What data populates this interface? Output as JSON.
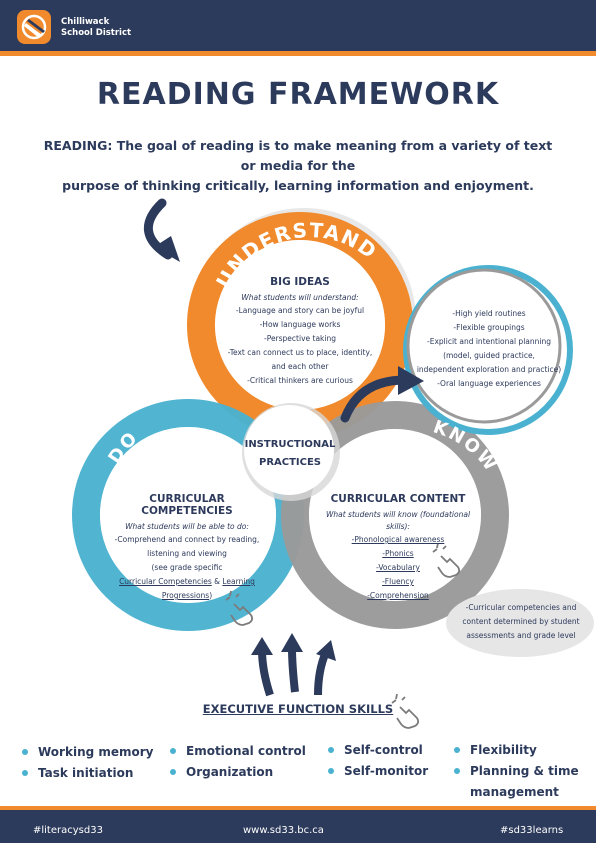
{
  "header": {
    "district_line1": "Chilliwack",
    "district_line2": "School District"
  },
  "title": "READING FRAMEWORK",
  "goal": {
    "lead": "READING:",
    "line1": "The goal of reading is to make meaning from a variety of text or media for the",
    "line2": "purpose of thinking critically, learning information and enjoyment."
  },
  "colors": {
    "navy": "#2c3a5b",
    "orange": "#f08a2c",
    "blue": "#4ab2d0",
    "gray": "#9a9a9a"
  },
  "circles": {
    "understand": {
      "arc_label": "UNDERSTAND",
      "heading": "BIG IDEAS",
      "intro": "What students will understand:",
      "items": [
        "-Language and story can be joyful",
        "-How language works",
        "-Perspective taking",
        "-Text can connect us to place, identity,",
        "and each other",
        "-Critical thinkers are curious"
      ]
    },
    "do": {
      "arc_label": "DO",
      "heading": "CURRICULAR COMPETENCIES",
      "intro": "What students will be able to do:",
      "items": [
        "-Comprehend and connect by reading,",
        "listening and viewing",
        "(see grade specific"
      ],
      "link1": "Curricular Competencies",
      "amp": " & ",
      "link2a": "Learning",
      "link2b": "Progressions",
      "close": ")"
    },
    "know": {
      "arc_label": "KNOW",
      "heading": "CURRICULAR CONTENT",
      "intro": "What students will know (foundational skills):",
      "items": [
        "-Phonological awareness",
        "-Phonics",
        "-Vocabulary",
        "-Fluency",
        "-Comprehension"
      ]
    },
    "center": {
      "line1": "INSTRUCTIONAL",
      "line2": "PRACTICES"
    },
    "practices": {
      "items": [
        "-High yield routines",
        "-Flexible groupings",
        "-Explicit and intentional planning",
        "(model, guided practice,",
        "independent exploration and practice)",
        "-Oral language experiences"
      ]
    },
    "assessment": {
      "line1": "-Curricular competencies and",
      "line2": "content determined by student",
      "line3": "assessments and grade level"
    }
  },
  "executive": {
    "heading": "EXECUTIVE FUNCTION SKILLS",
    "col1": [
      "Working memory",
      "Task initiation"
    ],
    "col2": [
      "Emotional control",
      "Organization"
    ],
    "col3": [
      "Self-control",
      "Self-monitor"
    ],
    "col4": [
      "Flexibility",
      "Planning & time",
      "management"
    ]
  },
  "footer": {
    "left": "#literacysd33",
    "center": "www.sd33.bc.ca",
    "right": "#sd33learns"
  }
}
